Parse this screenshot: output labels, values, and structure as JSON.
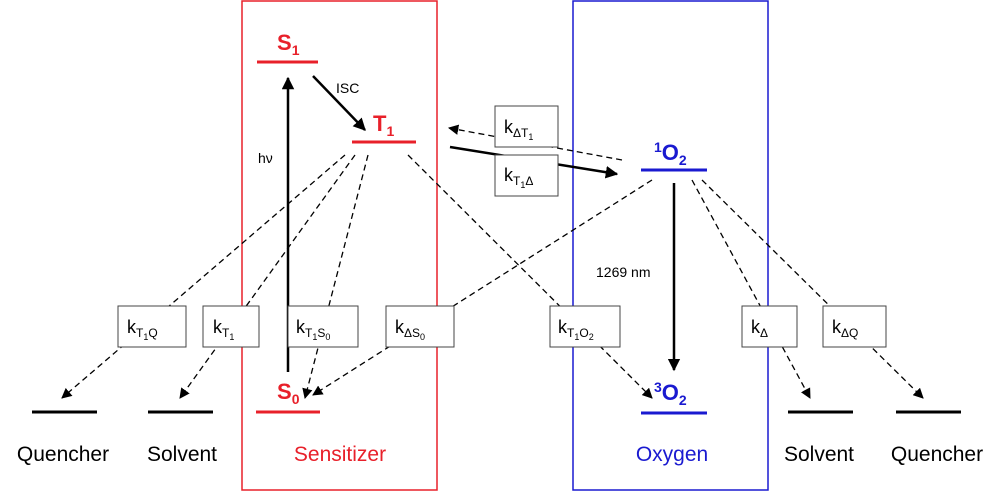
{
  "colors": {
    "sensitizer": "#e8202a",
    "oxygen": "#1a1ad0",
    "neutral": "#000000"
  },
  "states": {
    "s1": {
      "base": "S",
      "sub": "1"
    },
    "t1": {
      "base": "T",
      "sub": "1"
    },
    "s0": {
      "base": "S",
      "sub": "0"
    },
    "singlet_oxygen": {
      "sup": "1",
      "base": "O",
      "sub": "2"
    },
    "triplet_oxygen": {
      "sup": "3",
      "base": "O",
      "sub": "2"
    }
  },
  "transitions": {
    "isc": "ISC",
    "absorption": "hν",
    "emission": "1269 nm"
  },
  "rate_constants": {
    "k_delta_t1": {
      "k": "k",
      "sub": "ΔT",
      "subsub": "1"
    },
    "k_t1_delta": {
      "k": "k",
      "sub": "T",
      "subsub": "1",
      "sub_tail": "Δ"
    },
    "k_t1q": {
      "k": "k",
      "sub": "T",
      "subsub": "1",
      "sub_tail": "Q"
    },
    "k_t1": {
      "k": "k",
      "sub": "T",
      "subsub": "1"
    },
    "k_t1s0": {
      "k": "k",
      "sub": "T",
      "subsub": "1",
      "sub_tail": "S",
      "subsub_tail": "0"
    },
    "k_delta_s0": {
      "k": "k",
      "sub": "ΔS",
      "subsub": "0"
    },
    "k_t1o2": {
      "k": "k",
      "sub": "T",
      "subsub": "1",
      "sub_tail": "O",
      "subsub_tail": "2"
    },
    "k_delta": {
      "k": "k",
      "sub": "Δ"
    },
    "k_delta_q": {
      "k": "k",
      "sub": "ΔQ"
    }
  },
  "labels": {
    "quencher_left": "Quencher",
    "solvent_left": "Solvent",
    "sensitizer": "Sensitizer",
    "oxygen": "Oxygen",
    "solvent_right": "Solvent",
    "quencher_right": "Quencher"
  }
}
